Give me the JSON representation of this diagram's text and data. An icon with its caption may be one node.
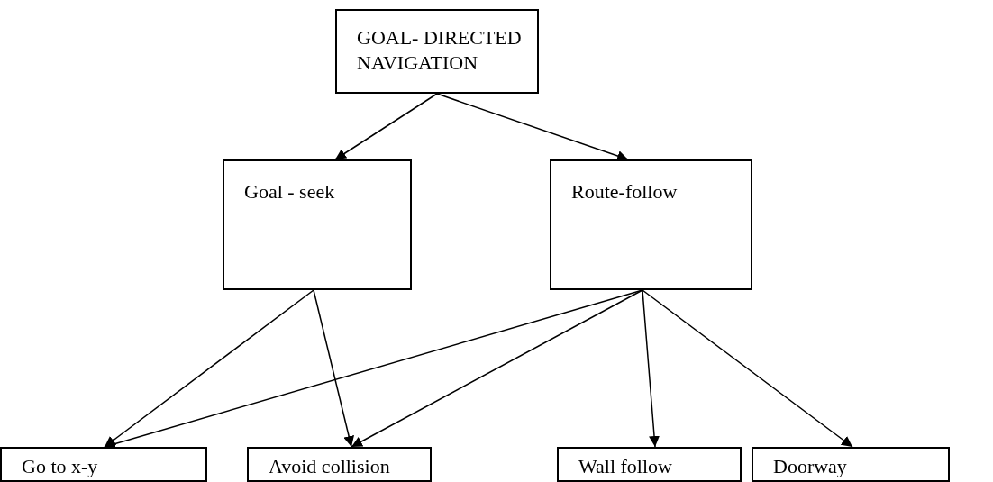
{
  "diagram": {
    "nodes": [
      {
        "text": [
          "GOAL- DIRECTED NAVIGATION"
        ]
      },
      {
        "text": [
          "Goal - seek"
        ]
      },
      {
        "text": [
          "Route-follow"
        ]
      },
      {
        "text": [
          "Go to x-y"
        ]
      },
      {
        "text": [
          "Avoid collision"
        ]
      },
      {
        "text": [
          "Wall follow"
        ]
      },
      {
        "text": [
          "Doorway"
        ]
      }
    ],
    "edges": [
      {
        "from": 0,
        "to": 1,
        "arrow": "to"
      },
      {
        "from": 0,
        "to": 2,
        "arrow": "to"
      },
      {
        "from": 1,
        "to": 3,
        "arrow": "to"
      },
      {
        "from": 1,
        "to": 4,
        "arrow": "to"
      },
      {
        "from": 2,
        "to": 3,
        "arrow": "to"
      },
      {
        "from": 2,
        "to": 4,
        "arrow": "to"
      },
      {
        "from": 2,
        "to": 5,
        "arrow": "to"
      },
      {
        "from": 2,
        "to": 6,
        "arrow": "to"
      }
    ]
  }
}
